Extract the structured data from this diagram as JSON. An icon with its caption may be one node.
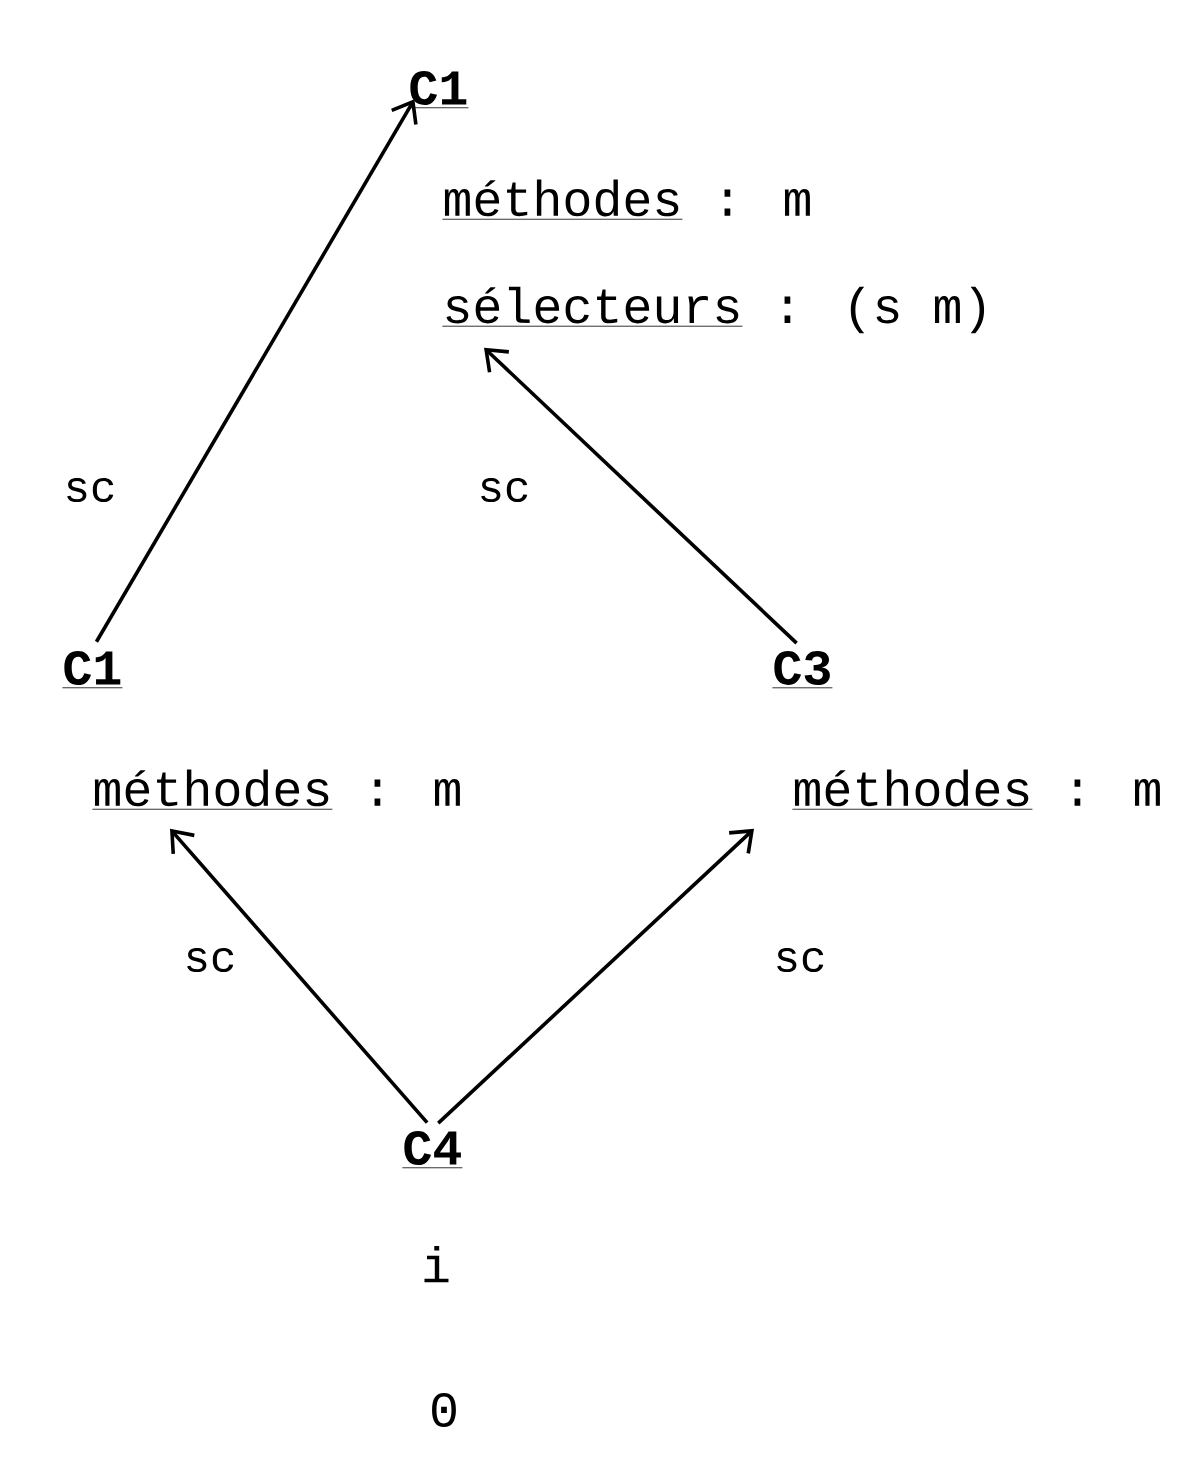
{
  "diagram": {
    "nodes": [
      {
        "text": [
          "C1"
        ]
      },
      {
        "text": [
          "méthodes",
          ": m"
        ]
      },
      {
        "text": [
          "sélecteurs",
          ":  (s m)"
        ]
      },
      {
        "text": [
          "C1"
        ]
      },
      {
        "text": [
          "méthodes",
          ": m"
        ]
      },
      {
        "text": [
          "C3"
        ]
      },
      {
        "text": [
          "méthodes",
          ": m"
        ]
      },
      {
        "text": [
          "C4"
        ]
      }
    ],
    "edges": [
      {
        "from": 3,
        "to": 0,
        "arrow": "to",
        "label": "sc"
      },
      {
        "from": 5,
        "to": 2,
        "arrow": "to",
        "label": "sc"
      },
      {
        "from": 7,
        "to": 4,
        "arrow": "to",
        "label": "sc"
      },
      {
        "from": 7,
        "to": 6,
        "arrow": "to",
        "label": "sc"
      }
    ],
    "labels": [
      "i",
      "0"
    ]
  }
}
